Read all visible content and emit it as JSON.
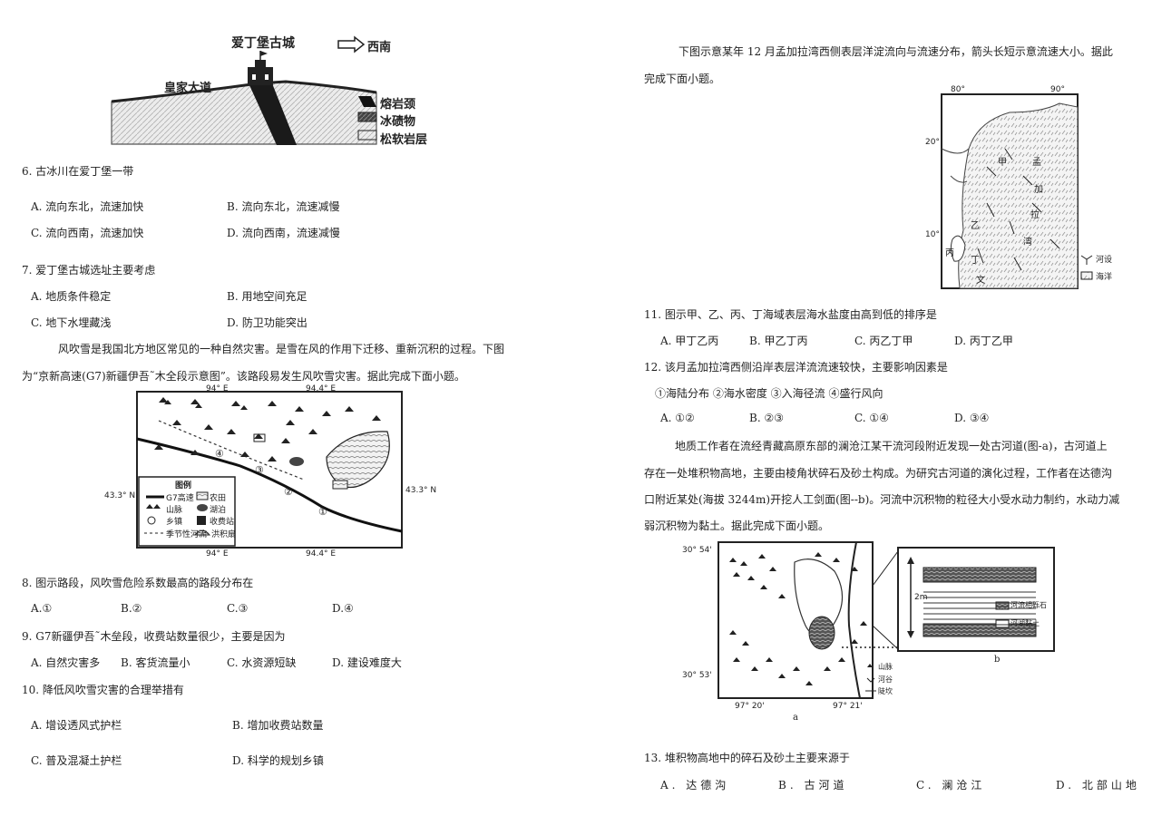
{
  "fig_castle": {
    "title": "爱丁堡古城",
    "direction": "西南",
    "road": "皇家大道",
    "legend": [
      "熔岩颈",
      "冰碛物",
      "松软岩层"
    ]
  },
  "q6": {
    "stem": "6. 古冰川在爱丁堡一带",
    "a": "A. 流向东北，流速加快",
    "b": "B. 流向东北，流速减慢",
    "c": "C. 流向西南，流速加快",
    "d": "D. 流向西南，流速减慢"
  },
  "q7": {
    "stem": "7. 爱丁堡古城选址主要考虑",
    "a": "A. 地质条件稳定",
    "b": "B. 用地空间充足",
    "c": "C. 地下水埋藏浅",
    "d": "D. 防卫功能突出"
  },
  "intro_snow": {
    "line1": "风吹雪是我国北方地区常见的一种自然灾害。是雪在风的作用下迁移、重新沉积的过程。下图",
    "line2": "为“京新高速(G7)新疆伊吾˜木全段示意图”。该路段易发生风吹雪灾害。据此完成下面小题。"
  },
  "fig_map": {
    "lon_left": "94° E",
    "lon_right": "94.4° E",
    "lat_left": "43.3° N",
    "lat_right": "43.3° N",
    "legend_title": "图例",
    "legend": [
      "G7高速",
      "农田",
      "山脉",
      "湖泊",
      "乡镇",
      "收费站",
      "季节性河流",
      "洪积扇"
    ],
    "markers": [
      "①",
      "②",
      "③",
      "④"
    ]
  },
  "q8": {
    "stem": "8. 图示路段，风吹雪危险系数最高的路段分布在",
    "a": "A.①",
    "b": "B.②",
    "c": "C.③",
    "d": "D.④"
  },
  "q9": {
    "stem": "9. G7新疆伊吾˜木垒段，收费站数量很少，主要是因为",
    "a": "A. 自然灾害多",
    "b": "B. 客货流量小",
    "c": "C. 水资源短缺",
    "d": "D. 建设难度大"
  },
  "q10": {
    "stem": "10. 降低风吹雪灾害的合理举措有",
    "a": "A. 增设透风式护栏",
    "b": "B. 增加收费站数量",
    "c": "C. 普及混凝土护栏",
    "d": "D. 科学的规划乡镇"
  },
  "intro_bay": {
    "line1": "下图示意某年 12 月孟加拉湾西侧表层洋淀流向与流速分布，箭头长短示意流速大小。据此",
    "line2": "完成下面小题。"
  },
  "fig_bay": {
    "lon1": "80°",
    "lon2": "90°",
    "lat1": "20°",
    "lat2": "10°",
    "labels": [
      "甲",
      "孟",
      "加",
      "拉",
      "乙",
      "湾",
      "丙",
      "丁",
      "文"
    ],
    "legend": [
      "河设",
      "海洋"
    ]
  },
  "q11": {
    "stem": "11. 图示甲、乙、丙、丁海域表层海水盐度由高到低的排序是",
    "a": "A. 甲丁乙丙",
    "b": "B. 甲乙丁丙",
    "c": "C. 丙乙丁甲",
    "d": "D. 丙丁乙甲"
  },
  "q12": {
    "stem": "12. 该月孟加拉湾西侧沿岸表层洋流流速较快，主要影响因素是",
    "factors": "①海陆分布 ②海水密度 ③入海径流 ④盛行风向",
    "a": "A. ①②",
    "b": "B. ②③",
    "c": "C. ①④",
    "d": "D. ③④"
  },
  "intro_river": {
    "line1": "地质工作者在流经青藏高原东部的澜沧江某干流河段附近发现一处古河道(图-a)，古河道上",
    "line2": "存在一处堆积物高地，主要由棱角状碎石及砂土构成。为研究古河道的演化过程，工作者在达德沟",
    "line3": "口附近某处(海拔 3244m)开挖人工剑面(图--b)。河流中沉积物的粒径大小受水动力制约，水动力减",
    "line4": "弱沉积物为黏土。据此完成下面小题。"
  },
  "fig_river": {
    "lat1": "30° 54'",
    "lat2": "30° 53'",
    "lon1": "97° 20'",
    "lon2": "97° 21'",
    "label_a": "a",
    "label_b": "b",
    "scale": "2m",
    "legend_a": [
      "山脉",
      "河谷",
      "陡坎"
    ],
    "legend_b": [
      "河流相砾石",
      "河湖黏土"
    ]
  },
  "q13": {
    "stem": "13. 堆积物高地中的碎石及砂土主要来源于",
    "a": "A. 达德沟",
    "b": "B. 古河道",
    "c": "C. 澜沧江",
    "d": "D. 北部山地"
  }
}
